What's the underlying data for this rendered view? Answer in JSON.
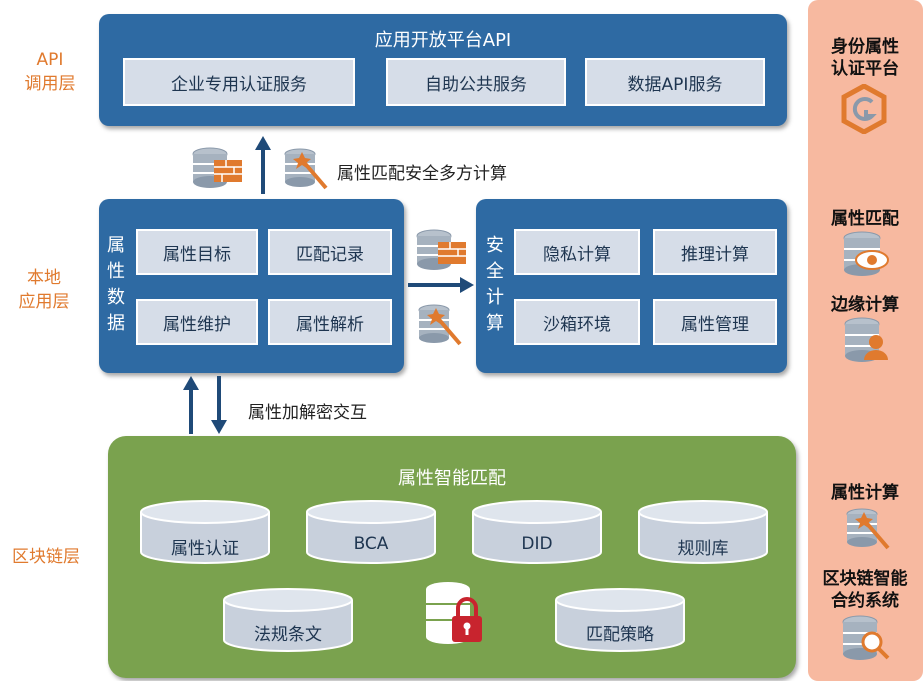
{
  "layers": {
    "api": "API\n调用层",
    "local": "本地\n应用层",
    "blockchain": "区块链层"
  },
  "api_panel": {
    "title": "应用开放平台API",
    "boxes": [
      "企业专用认证服务",
      "自助公共服务",
      "数据API服务"
    ]
  },
  "annotations": {
    "mpc": "属性匹配安全多方计算",
    "encrypt": "属性加解密交互"
  },
  "attr_data_panel": {
    "title": "属\n性\n数\n据",
    "boxes": [
      "属性目标",
      "匹配记录",
      "属性维护",
      "属性解析"
    ]
  },
  "secure_panel": {
    "title": "安\n全\n计\n算",
    "boxes": [
      "隐私计算",
      "推理计算",
      "沙箱环境",
      "属性管理"
    ]
  },
  "blockchain_panel": {
    "title": "属性智能匹配",
    "cylinders": [
      "属性认证",
      "BCA",
      "DID",
      "规则库",
      "法规条文",
      "匹配策略"
    ]
  },
  "side": {
    "items": [
      "身份属性\n认证平台",
      "属性匹配",
      "边缘计算",
      "属性计算",
      "区块链智能\n合约系统"
    ]
  },
  "icons": {
    "colors": {
      "blue": "#2e6aa3",
      "green": "#7aa24e",
      "orange": "#e07a2e",
      "db": "#8a99aa",
      "lock": "#c8242e"
    }
  }
}
